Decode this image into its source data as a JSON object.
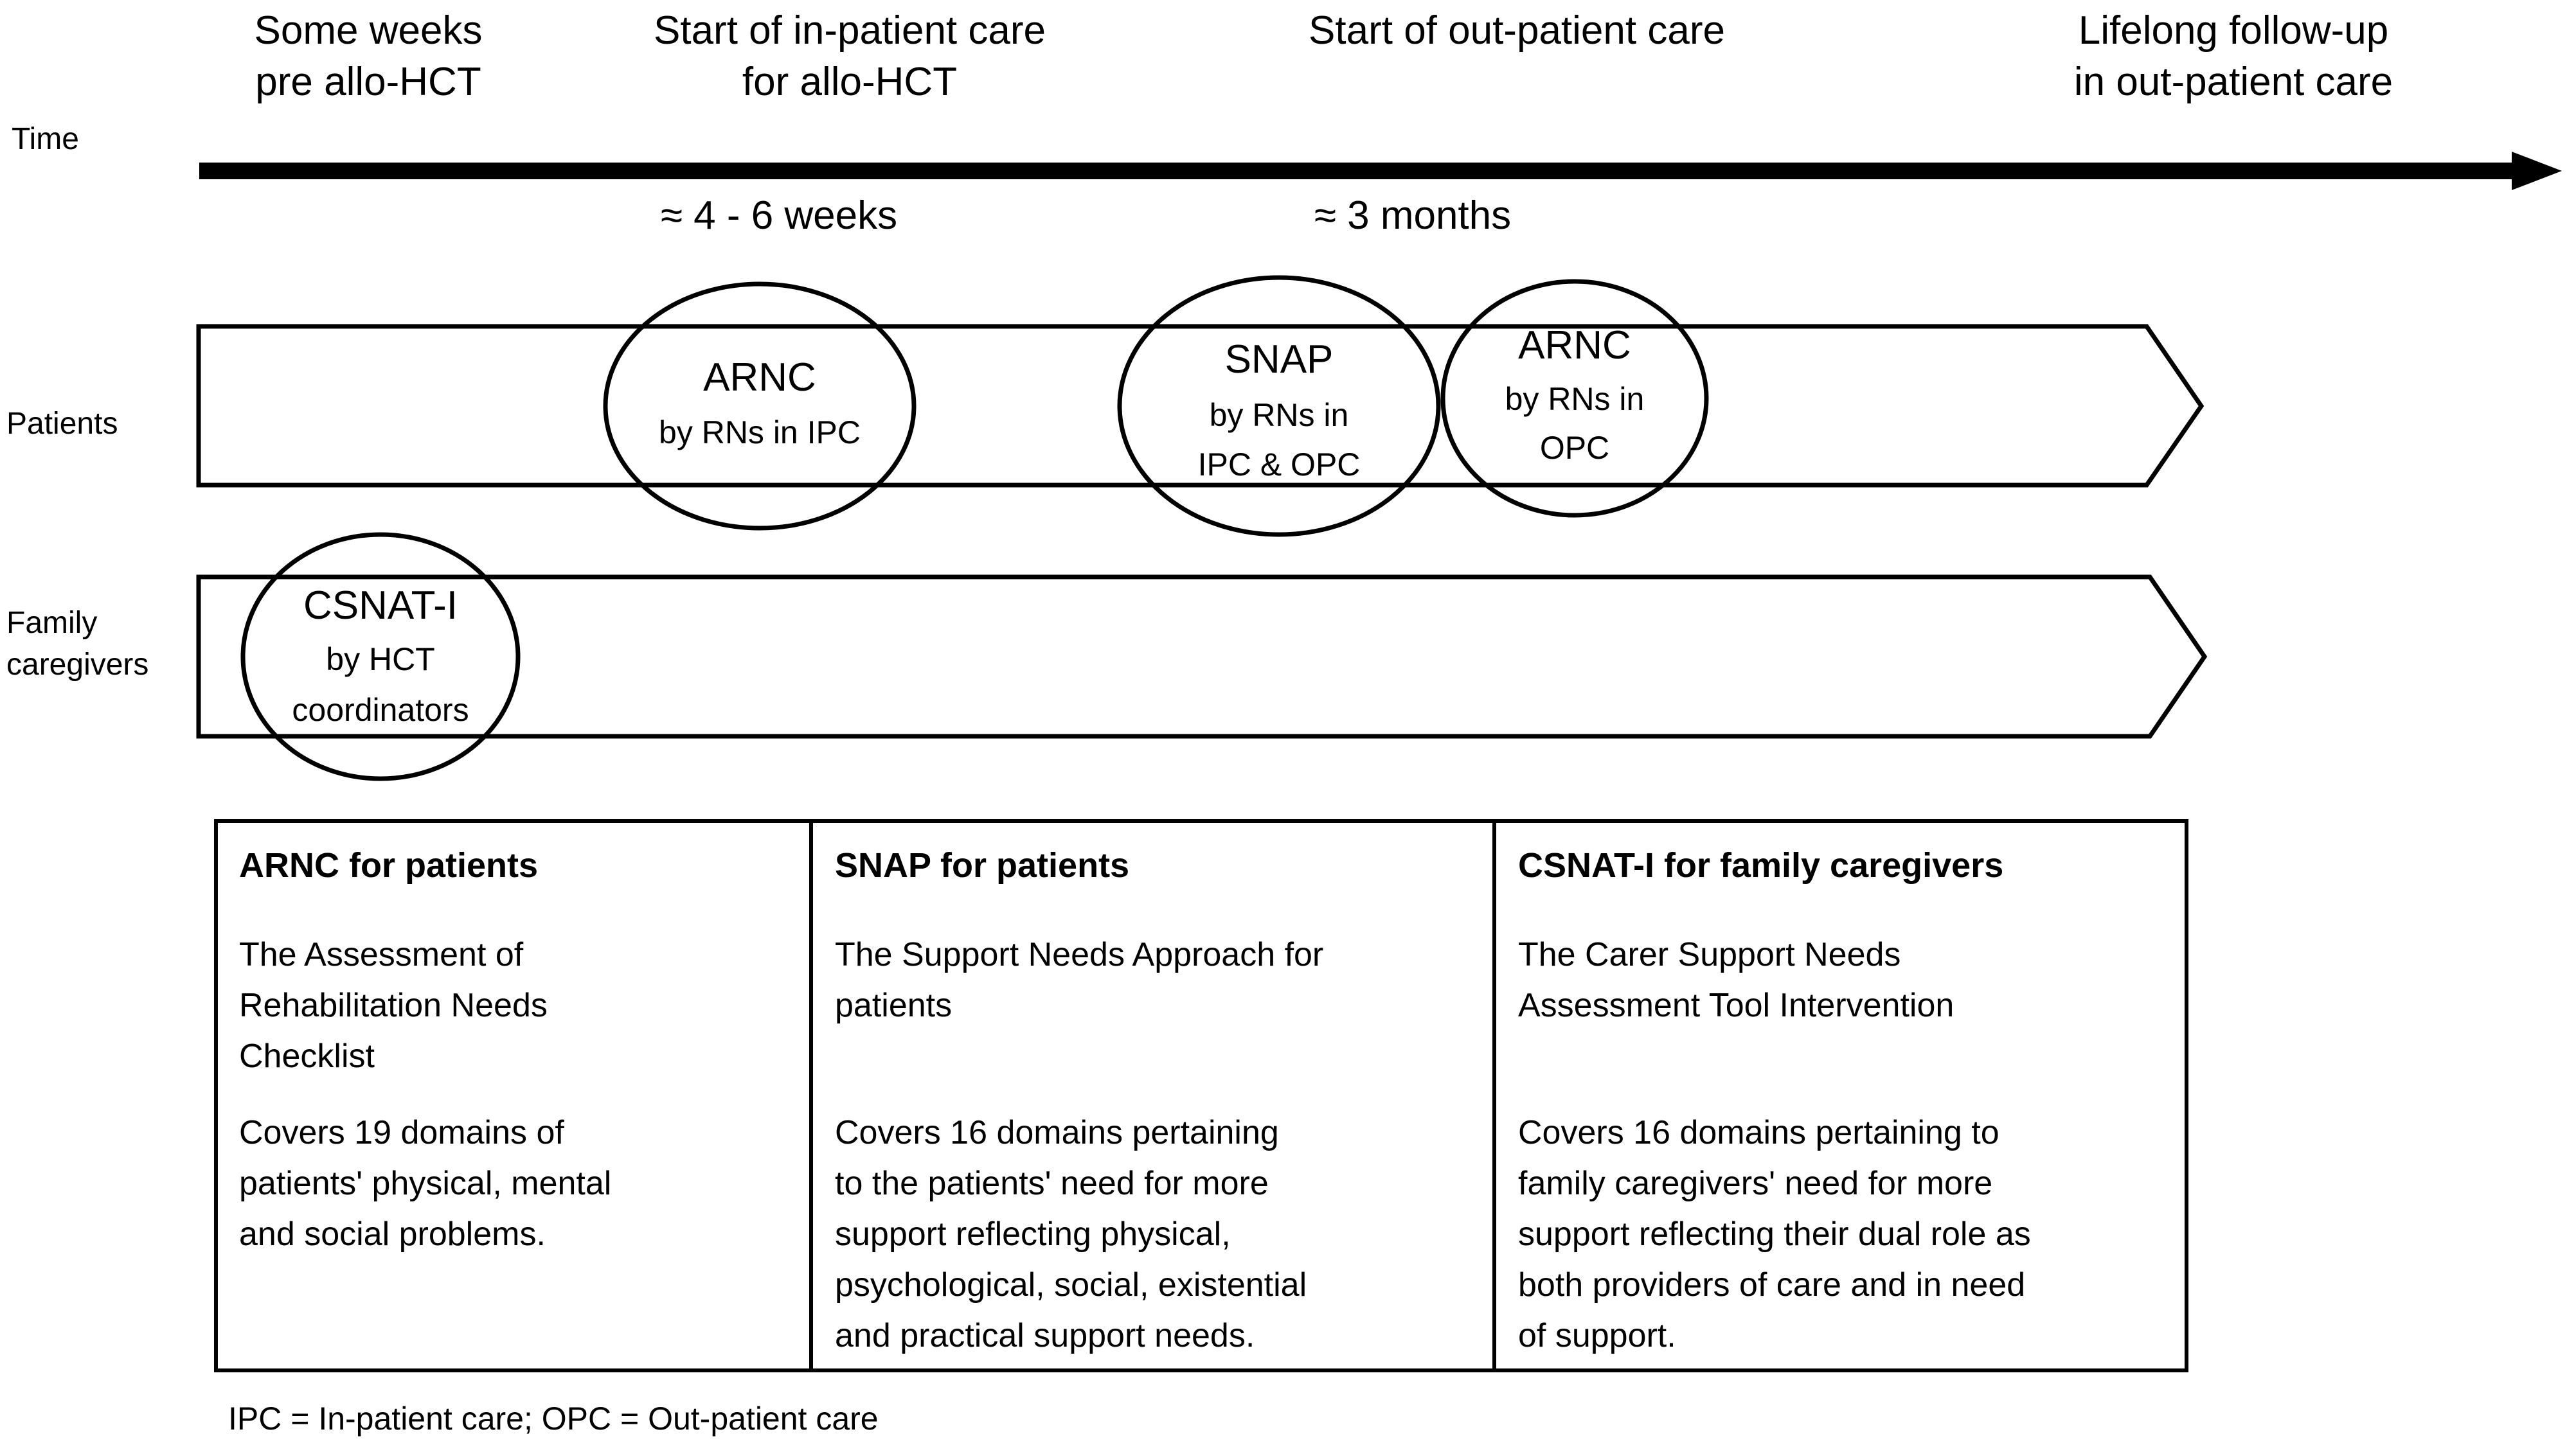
{
  "figure": {
    "timeline": {
      "axis_label": "Time",
      "milestones": [
        {
          "line1": "Some weeks",
          "line2": "pre allo-HCT"
        },
        {
          "line1": "Start of in-patient care",
          "line2": "for allo-HCT"
        },
        {
          "line1": "Start of out-patient care",
          "line2": ""
        },
        {
          "line1": "Lifelong follow-up",
          "line2": "in out-patient care"
        }
      ],
      "durations": [
        {
          "label": "≈ 4 - 6 weeks"
        },
        {
          "label": "≈ 3 months"
        }
      ]
    },
    "rows": [
      {
        "label_line1": "Patients",
        "label_line2": "",
        "events": [
          {
            "title": "ARNC",
            "sub_line1": "by RNs in IPC",
            "sub_line2": ""
          },
          {
            "title": "SNAP",
            "sub_line1": "by RNs in",
            "sub_line2": "IPC & OPC"
          },
          {
            "title": "ARNC",
            "sub_line1": "by RNs in",
            "sub_line2": "OPC"
          }
        ]
      },
      {
        "label_line1": "Family",
        "label_line2": "caregivers",
        "events": [
          {
            "title": "CSNAT-I",
            "sub_line1": "by HCT",
            "sub_line2": "coordinators"
          }
        ]
      }
    ],
    "table": {
      "columns": [
        {
          "heading": "ARNC for patients",
          "para1": [
            "The Assessment of",
            "Rehabilitation Needs",
            "Checklist"
          ],
          "para2": [
            "Covers 19 domains of",
            "patients' physical, mental",
            "and social problems."
          ]
        },
        {
          "heading": "SNAP for patients",
          "para1": [
            "The Support Needs Approach for",
            "patients"
          ],
          "para2": [
            "Covers 16 domains pertaining",
            "to the patients' need for more",
            "support reflecting physical,",
            "psychological, social, existential",
            "and practical support needs."
          ]
        },
        {
          "heading": "CSNAT-I for family caregivers",
          "para1": [
            "The Carer Support Needs",
            "Assessment Tool Intervention"
          ],
          "para2": [
            "Covers 16 domains pertaining to",
            "family caregivers' need for more",
            "support reflecting their dual role as",
            "both providers of care and in need",
            "of support."
          ]
        }
      ]
    },
    "footnote": "IPC = In-patient care; OPC = Out-patient care",
    "colors": {
      "ink": "#000000",
      "background": "#ffffff"
    }
  }
}
